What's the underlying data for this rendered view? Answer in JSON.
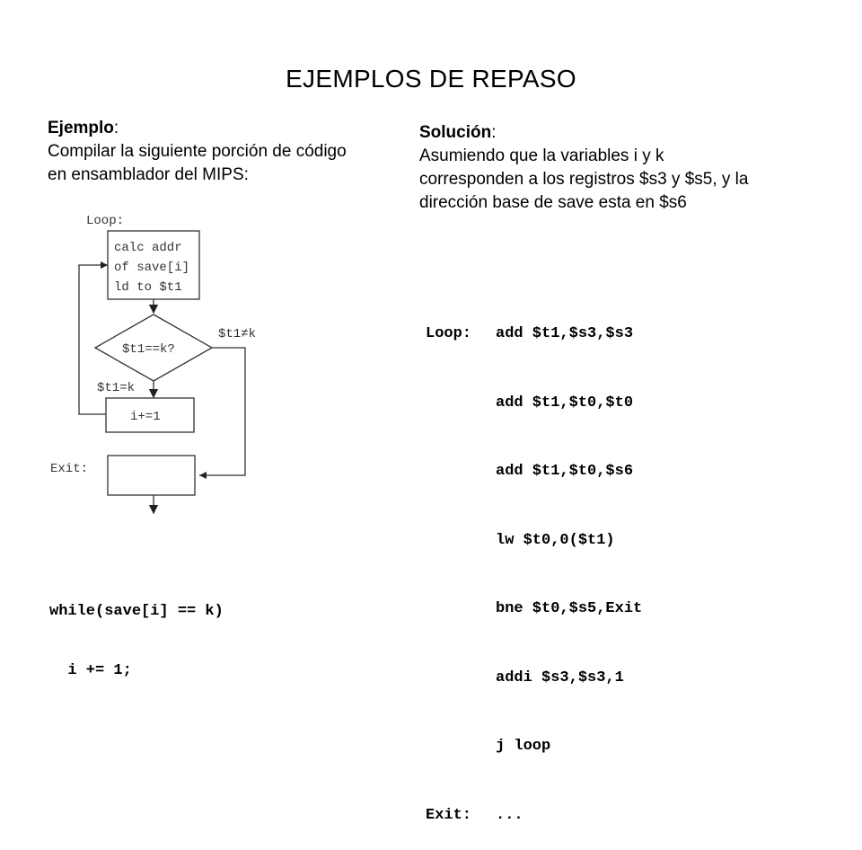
{
  "slide": {
    "title": "EJEMPLOS DE REPASO"
  },
  "example": {
    "heading": "Ejemplo",
    "colon": ":",
    "lines": [
      "Compilar la siguiente porción de código",
      "en ensamblador del MIPS:"
    ]
  },
  "solution": {
    "heading": "Solución",
    "colon": ":",
    "lines": [
      "Asumiendo que la variables i y k",
      "corresponden a los registros $s3 y $s5, y la",
      "dirección base de save esta en $s6"
    ]
  },
  "flowchart": {
    "loop_label": "Loop:",
    "box1_lines": [
      "calc addr",
      "of save[i]",
      "ld to $t1"
    ],
    "decision": "$t1==k?",
    "ne_label": "$t1≠k",
    "eq_label": "$t1=k",
    "box2": "i+=1",
    "exit_label": "Exit:"
  },
  "assembly": [
    {
      "label": "Loop:",
      "code": "add $t1,$s3,$s3"
    },
    {
      "label": "",
      "code": "add $t1,$t0,$t0"
    },
    {
      "label": "",
      "code": "add $t1,$t0,$s6"
    },
    {
      "label": "",
      "code": "lw $t0,0($t1)"
    },
    {
      "label": "",
      "code": "bne $t0,$s5,Exit"
    },
    {
      "label": "",
      "code": "addi $s3,$s3,1"
    },
    {
      "label": "",
      "code": "j loop"
    },
    {
      "label": "Exit:",
      "code": "..."
    }
  ],
  "c_code": {
    "line1": "while(save[i] == k)",
    "line2": "  i += 1;"
  }
}
